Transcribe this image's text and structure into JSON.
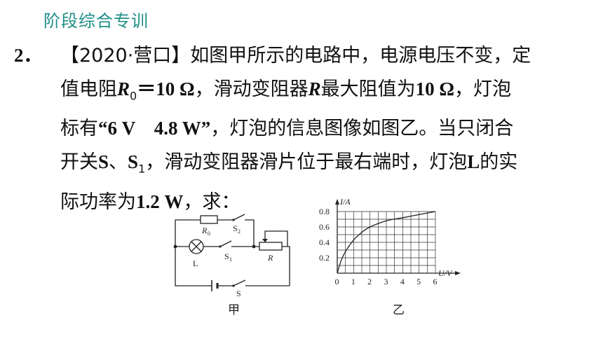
{
  "header": {
    "title": "阶段综合专训"
  },
  "problem": {
    "number": "2．",
    "line1_a": "【2020·营口】",
    "line1_b": "如图甲所示的电路中，电源电压不变，定",
    "line2_a": "值电阻",
    "line2_R": "R",
    "line2_sub0": "0",
    "line2_b": "＝10 Ω",
    "line2_c": "，滑动变阻器",
    "line2_R2": "R",
    "line2_d": "最大阻值为",
    "line2_e": "10 Ω",
    "line2_f": "，灯泡",
    "line3_a": "标有",
    "line3_b": "“6 V　4.8 W”",
    "line3_c": "，灯泡的信息图像如图乙。当只闭合",
    "line4_a": "开关",
    "line4_b": "S",
    "line4_c": "、",
    "line4_d": "S",
    "line4_sub1": "1",
    "line4_e": "，滑动变阻器滑片位于最右端时，灯泡",
    "line4_f": "L",
    "line4_g": "的实",
    "line5_a": "际功率为",
    "line5_b": "1.2 W",
    "line5_c": "，求："
  },
  "circuit": {
    "caption": "甲",
    "labels": {
      "r0": "R",
      "r0_sub": "0",
      "s2": "S",
      "s2_sub": "2",
      "lamp": "L",
      "s1": "S",
      "s1_sub": "1",
      "rheostat": "R",
      "switch": "S"
    }
  },
  "graph": {
    "caption": "乙",
    "ylabel": "I/A",
    "xlabel": "U/V",
    "yticks": [
      "0.8",
      "0.6",
      "0.4",
      "0.2"
    ],
    "xticks": [
      "0",
      "1",
      "2",
      "3",
      "4",
      "5",
      "6"
    ]
  },
  "chart_data": {
    "type": "line",
    "xlabel": "U/V",
    "ylabel": "I/A",
    "xlim": [
      0,
      6
    ],
    "ylim": [
      0,
      0.8
    ],
    "grid": true,
    "series": [
      {
        "x": [
          0,
          0.25,
          0.5,
          1,
          1.5,
          2,
          3,
          4,
          5,
          6
        ],
        "y": [
          0,
          0.17,
          0.28,
          0.43,
          0.53,
          0.6,
          0.68,
          0.72,
          0.76,
          0.8
        ]
      }
    ]
  }
}
